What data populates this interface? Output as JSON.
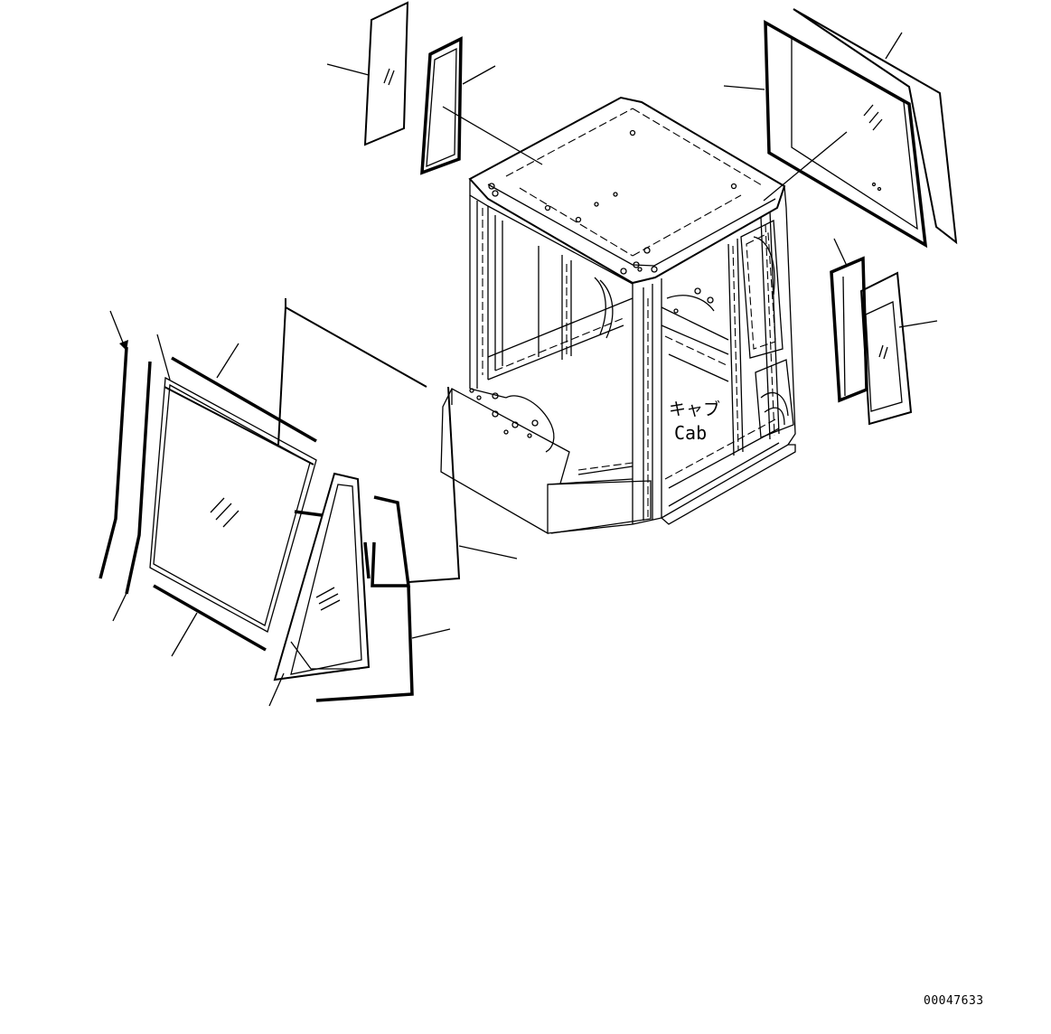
{
  "diagram": {
    "cab_label_jp": "キャブ",
    "cab_label_en": "Cab",
    "drawing_number": "00047633"
  }
}
